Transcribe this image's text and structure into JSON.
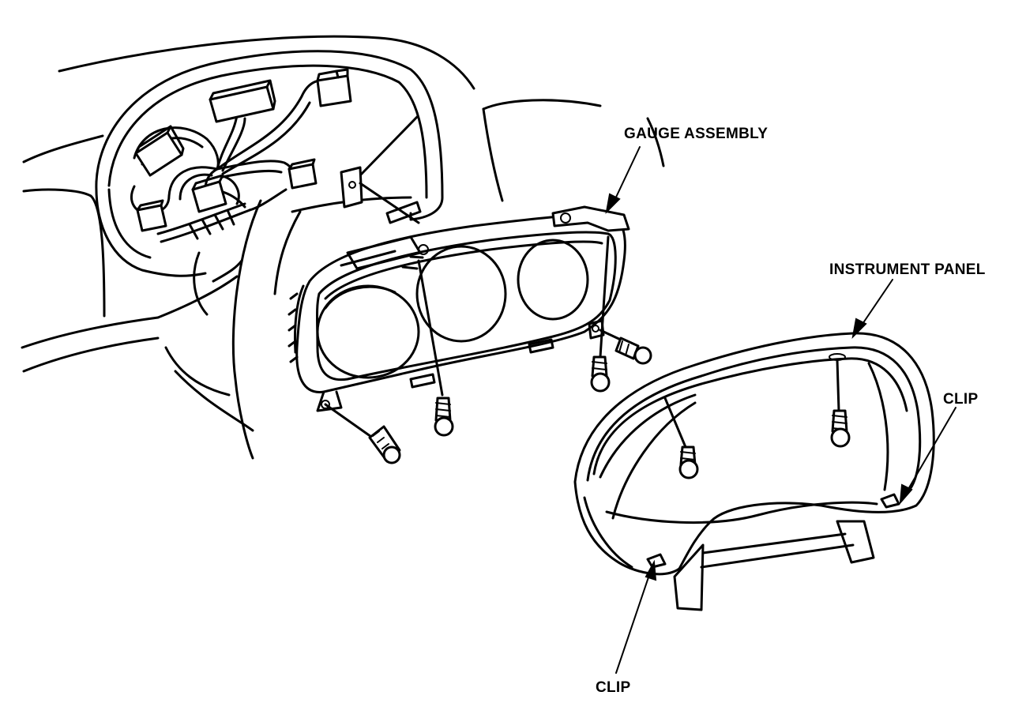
{
  "labels": {
    "gauge_assembly": "GAUGE ASSEMBLY",
    "instrument_panel": "INSTRUMENT PANEL",
    "clip_right": "CLIP",
    "clip_bottom": "CLIP"
  },
  "colors": {
    "line": "#000000",
    "background": "#ffffff"
  }
}
